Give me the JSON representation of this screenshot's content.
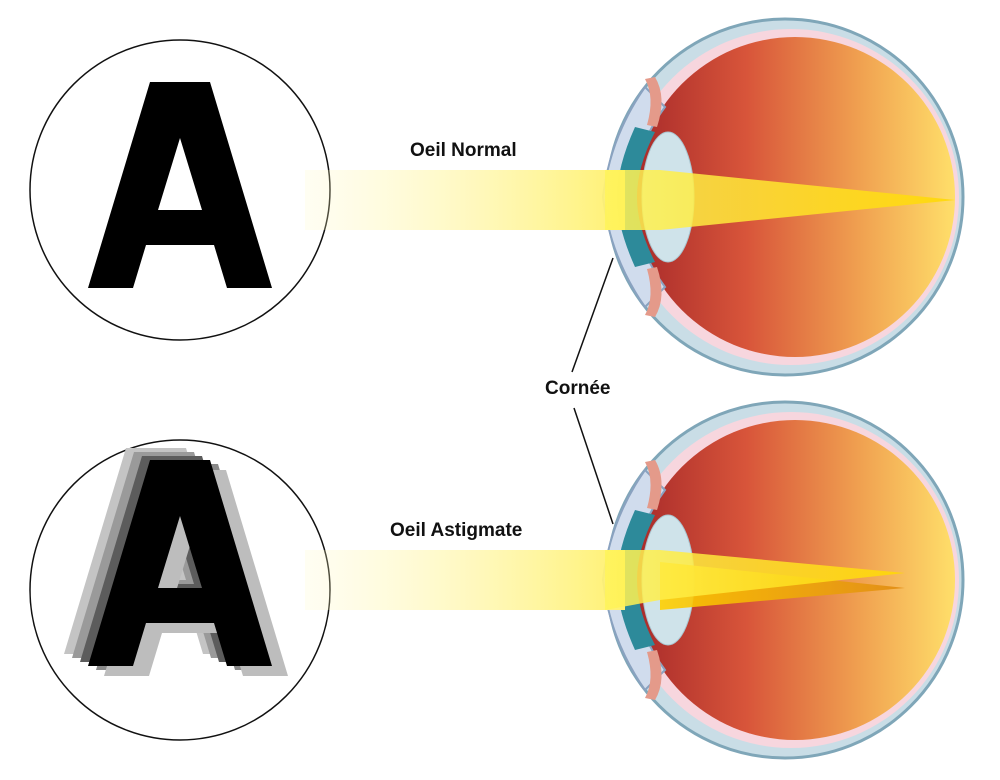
{
  "labels": {
    "normal": "Oeil Normal",
    "astigmate": "Oeil Astigmate",
    "cornea": "Cornée"
  },
  "letters": {
    "normal": "A",
    "astigmate": "A"
  },
  "colors": {
    "beam": "#fff200",
    "retina_dark": "#b8322c",
    "retina_light": "#ffd65a",
    "sclera": "#c9dde6",
    "cornea_iris": "#2d8a9a"
  }
}
